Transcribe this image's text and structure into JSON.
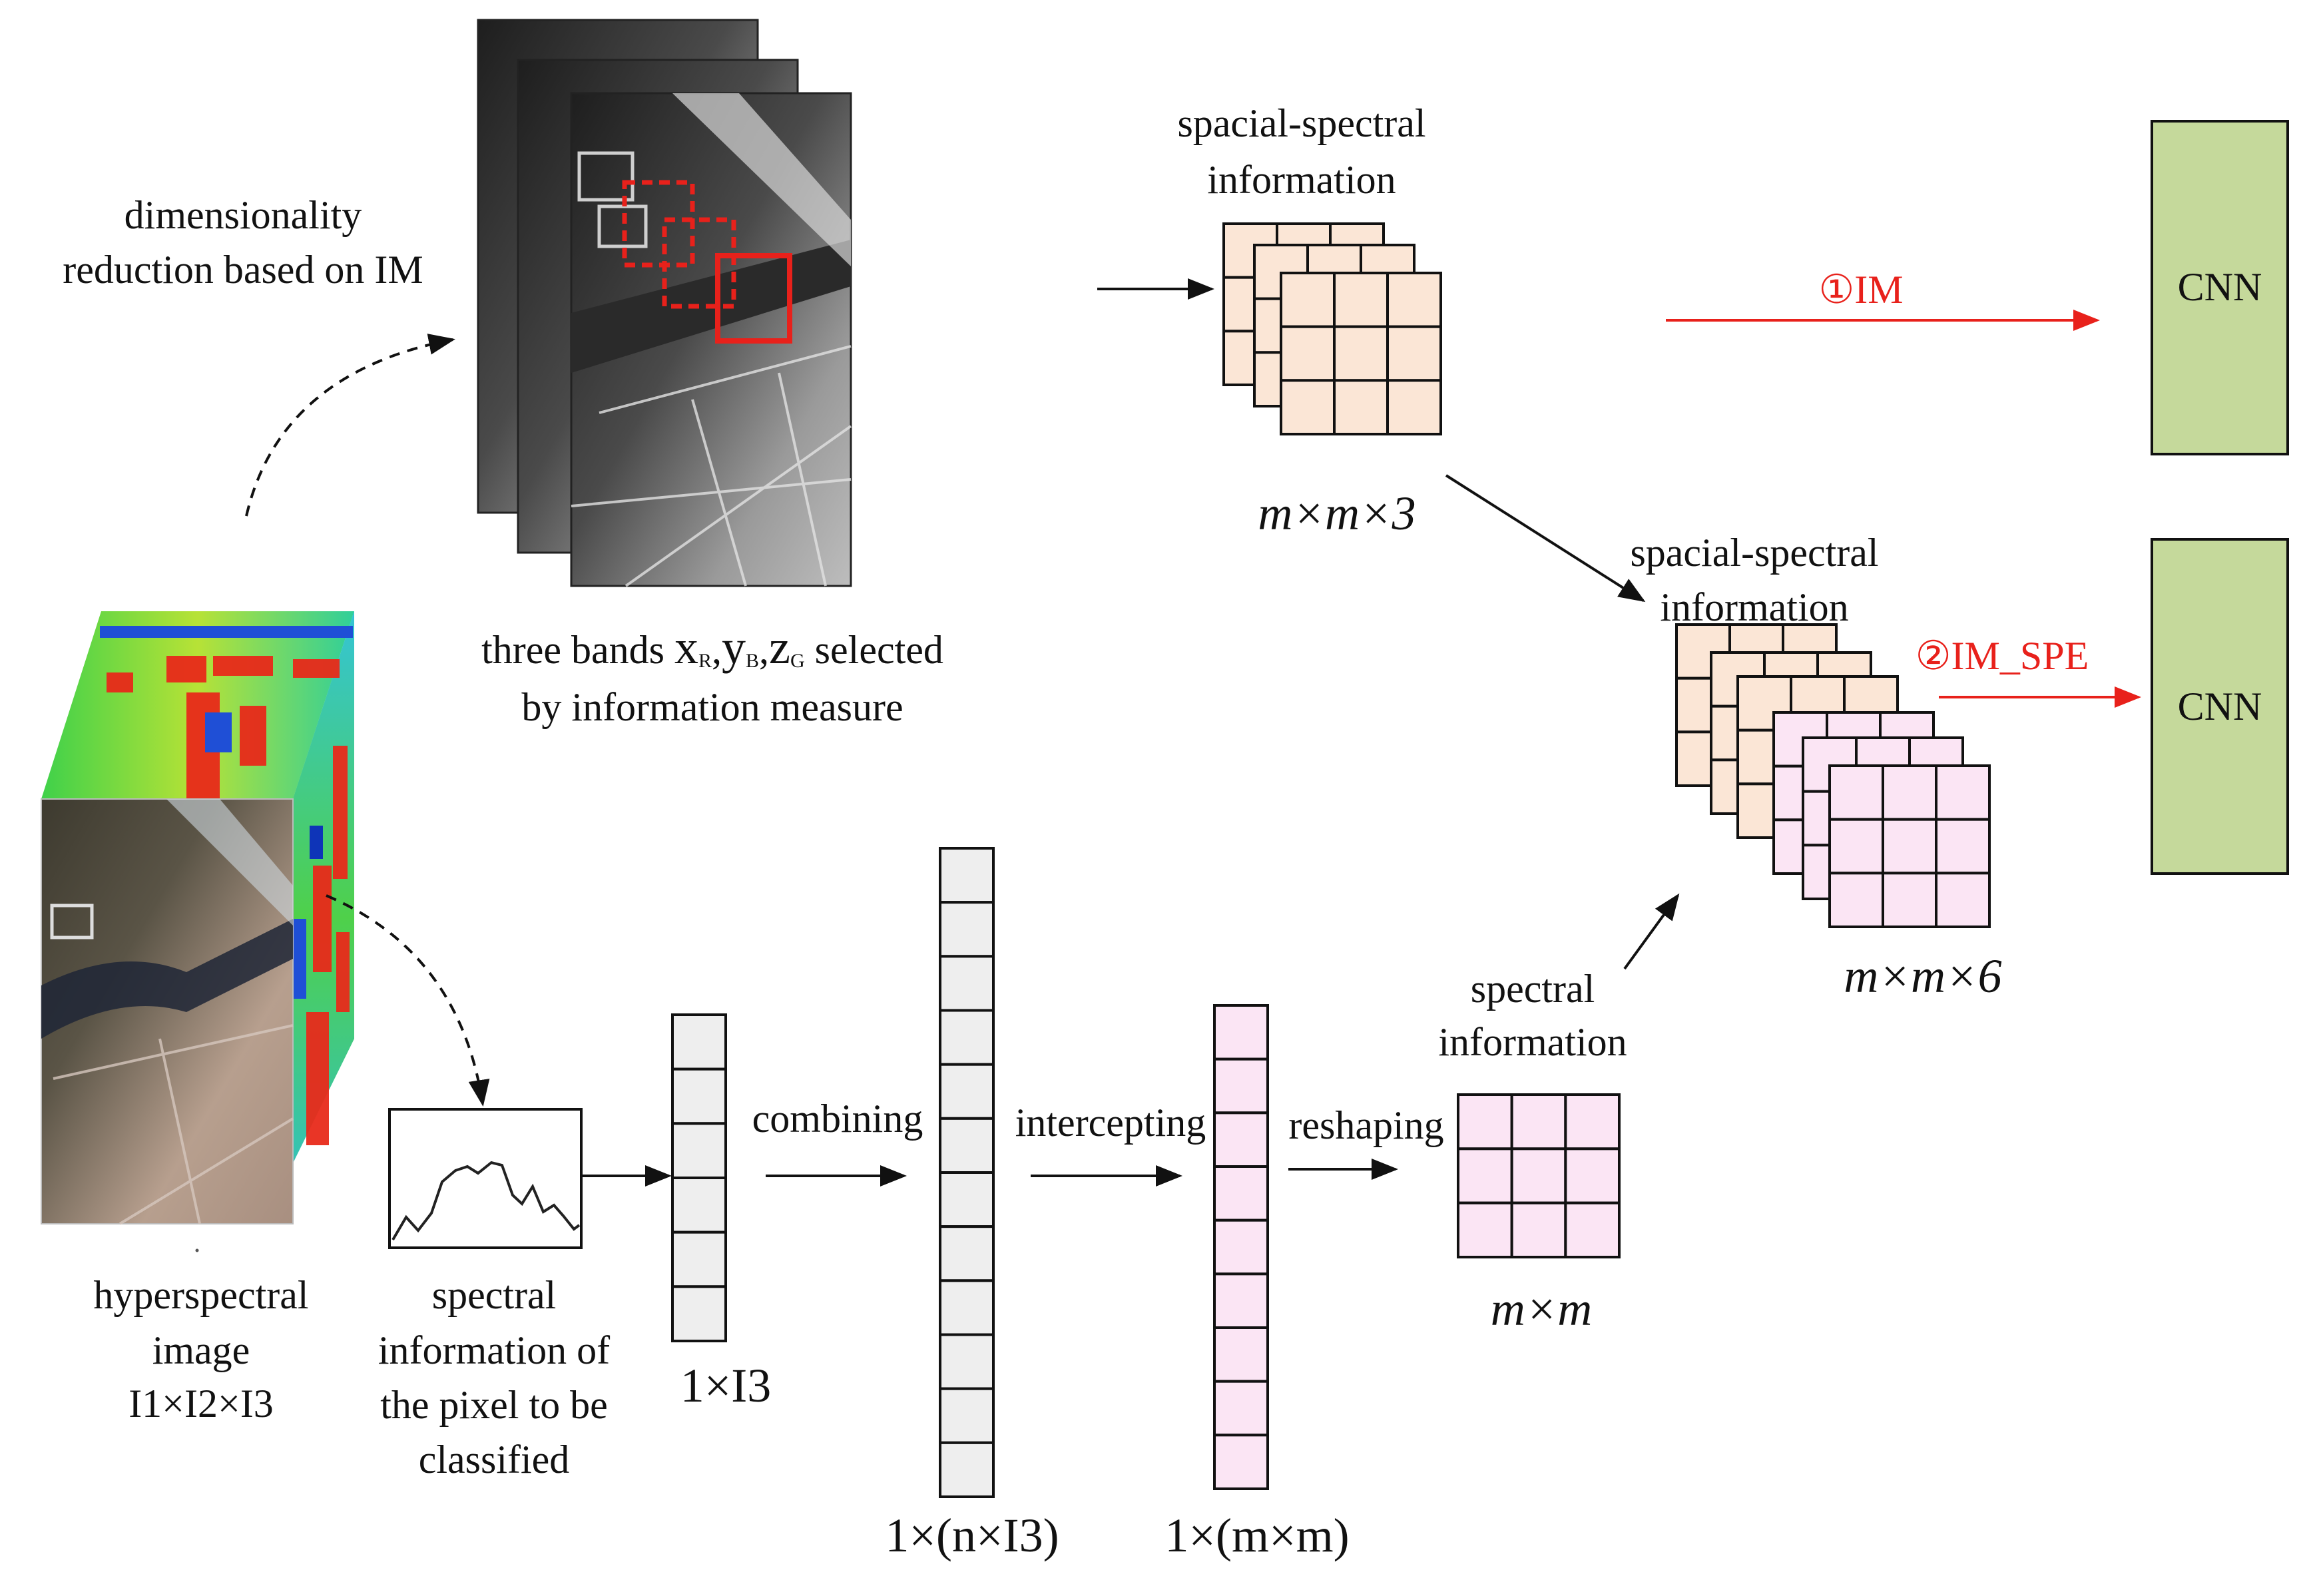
{
  "labels": {
    "dim_reduction_1": "dimensionality",
    "dim_reduction_2": "reduction based on IM",
    "three_bands_1_pre": "three bands ",
    "three_bands_x": "x",
    "three_bands_x_sub": "R",
    "three_bands_y": "y",
    "three_bands_y_sub": "B",
    "three_bands_z": "z",
    "three_bands_z_sub": "G",
    "three_bands_1_post": " selected",
    "three_bands_2": "by information measure",
    "spatial_spectral_top_1": "spacial-spectral",
    "spatial_spectral_top_2": "information",
    "dim_mm3": "m×m×3",
    "route_1": "①IM",
    "route_2": "②IM_SPE",
    "cnn_1": "CNN",
    "cnn_2": "CNN",
    "spatial_spectral_mid_1": "spacial-spectral",
    "spatial_spectral_mid_2": "information",
    "dim_mm6": "m×m×6",
    "hsi_1": "hyperspectral",
    "hsi_2": "image",
    "hsi_3": "I1×I2×I3",
    "pixel_1": "spectral",
    "pixel_2": "information of",
    "pixel_3": "the pixel to be",
    "pixel_4": "classified",
    "vec_1xI3": "1×I3",
    "combining": "combining",
    "vec_nI3": "1×(n×I3)",
    "intercepting": "intercepting",
    "vec_mm": "1×(m×m)",
    "reshaping": "reshaping",
    "spectral_info_1": "spectral",
    "spectral_info_2": "information",
    "dim_mm": "m×m"
  },
  "colors": {
    "cnn_fill": "#c5d99b",
    "orange_cell": "#fbe6d6",
    "pink_cell": "#fbe5f4",
    "gray_cell": "#eeeeee",
    "accent_red": "#e8211b"
  },
  "icons": {
    "satellite_bands": "grayscale-satellite-image-stack",
    "hsi_cube": "hyperspectral-cube",
    "spectrum_plot": "spectral-curve"
  }
}
